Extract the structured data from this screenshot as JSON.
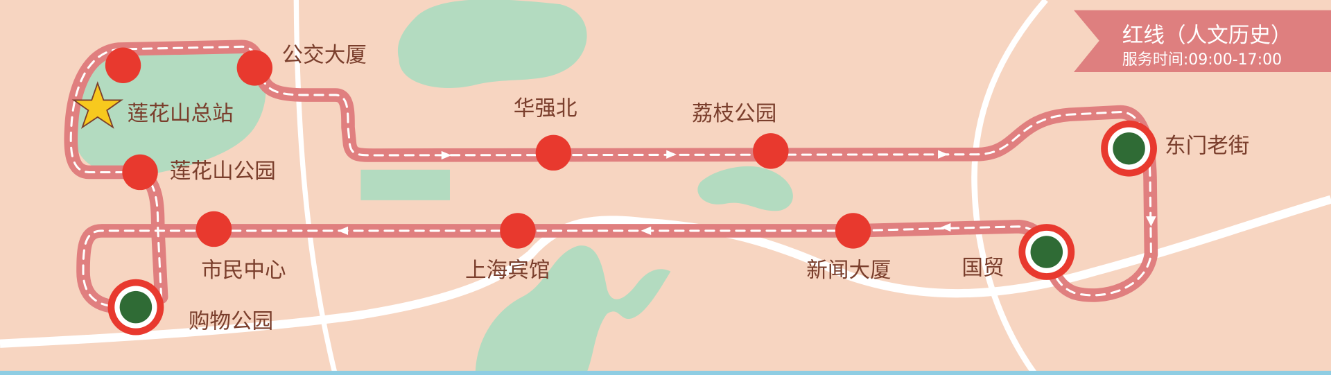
{
  "banner": {
    "line_name": "红线（人文历史）",
    "service_hours": "服务时间:09:00-17:00"
  },
  "stations": {
    "terminal": "莲花山总站",
    "bus_building": "公交大厦",
    "lianhuashan_park": "莲花山公园",
    "huaqiangbei": "华强北",
    "lizhi_park": "荔枝公园",
    "dongmen": "东门老街",
    "guomao": "国贸",
    "news_building": "新闻大厦",
    "shanghai_hotel": "上海宾馆",
    "civic_center": "市民中心",
    "shopping_park": "购物公园"
  },
  "colors": {
    "background": "#F7D5C1",
    "park": "#B3DBC0",
    "route": "#E07F7F",
    "stop": "#E8392E",
    "transfer_center": "#2F6B35",
    "label": "#7A3E2C",
    "banner": "#DE7F7F",
    "bottom_bar": "#8ECDE3"
  }
}
